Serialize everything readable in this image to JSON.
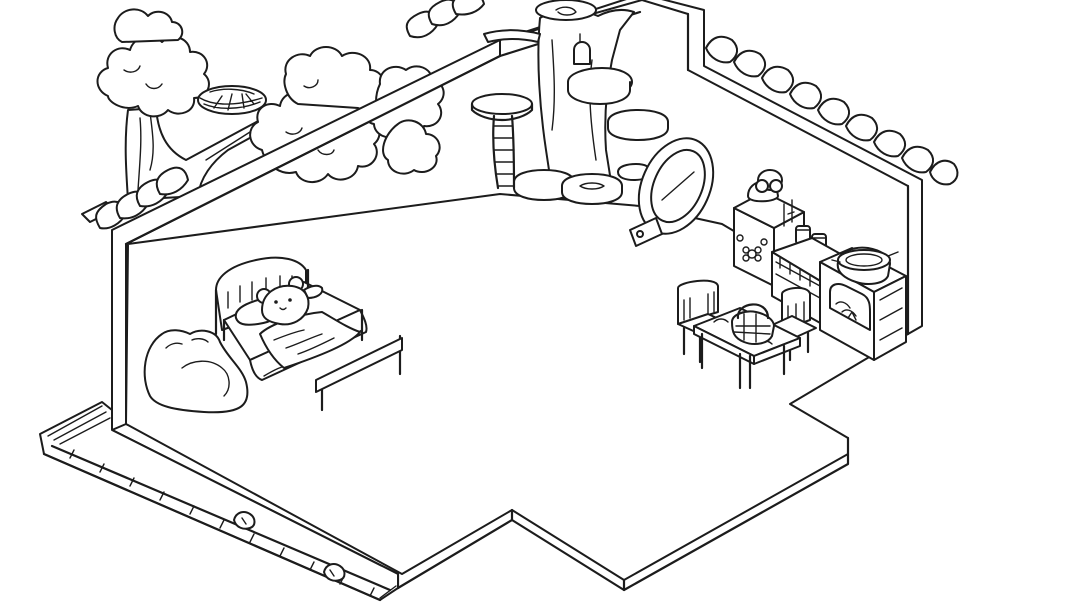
{
  "scene": {
    "style": "black-and-white line art, isometric room",
    "colors": {
      "line": "#1c1c1c",
      "background": "#ffffff"
    },
    "objects": [
      "tree",
      "bird-nest",
      "roof-tiles",
      "tree-stump-house",
      "rope-ladder",
      "round-window",
      "bed",
      "teddy-bear",
      "bean-bag",
      "jar-cabinet",
      "stove",
      "cooking-pot",
      "dining-table",
      "basket",
      "chair-left",
      "chair-right",
      "paving-path",
      "stepping-stone"
    ]
  }
}
